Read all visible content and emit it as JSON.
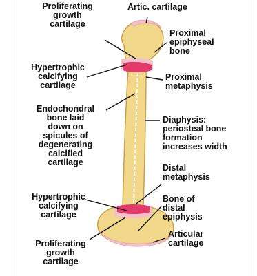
{
  "diagram": {
    "colors": {
      "background": "#ffffff",
      "bone_fill": "#f1d88a",
      "bone_outline": "#c4a24c",
      "cartilage": "#f2c2c8",
      "hypertrophic_zone": "#e23b6b",
      "marrow_line": "#ffffff",
      "leader_line": "#111111"
    },
    "labels": {
      "proliferating_top": "Proliferating\ngrowth\ncartilage",
      "artic_cartilage": "Artic. cartilage",
      "proximal_epiphyseal_bone": "Proximal\nepiphyseal\nbone",
      "hypertrophic_top": "Hypertrophic\ncalcifying\ncartilage",
      "proximal_metaphysis": "Proximal\nmetaphysis",
      "endochondral_bone": "Endochondral\nbone laid\ndown on\nspicules of\ndegenerating\ncalcified\ncartilage",
      "diaphysis": "Diaphysis:\nperiosteal bone\nformation\nincreases width",
      "distal_metaphysis": "Distal\nmetaphysis",
      "hypertrophic_bottom": "Hypertrophic\ncalcifying\ncartilage",
      "bone_distal_epiphysis": "Bone of\ndistal\nepiphysis",
      "articular_cartilage": "Articular\ncartilage",
      "proliferating_bottom": "Proliferating\ngrowth\ncartilage"
    }
  }
}
